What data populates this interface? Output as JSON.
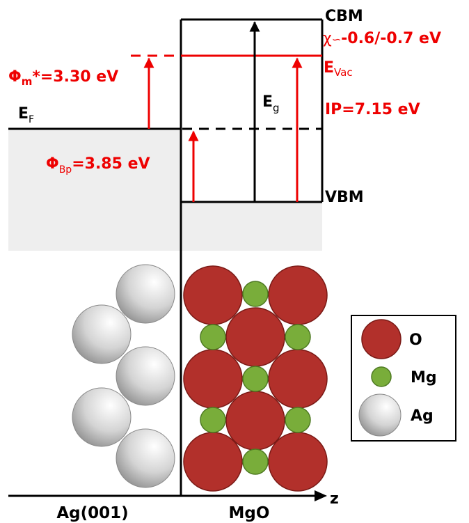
{
  "labels": {
    "cbm": "CBM",
    "chi_symbol": "χ",
    "chi_tilde": "∽",
    "chi_value": "-0.6/-0.7 eV",
    "evac_main": "E",
    "evac_sub": "Vac",
    "ip": "IP=7.15 eV",
    "vbm": "VBM",
    "phi_m_main": "Φ",
    "phi_m_sub": "m",
    "phi_m_value": "*=3.30 eV",
    "ef_main": "E",
    "ef_sub": "F",
    "eg_main": "E",
    "eg_sub": "g",
    "phi_bp_main": "Φ",
    "phi_bp_sub": "Bp",
    "phi_bp_value": "=3.85 eV",
    "axis_z": "z",
    "substrate": "Ag(001)",
    "film": "MgO"
  },
  "legend": [
    {
      "label": "O",
      "color": "#b2302b"
    },
    {
      "label": "Mg",
      "color": "#79ad3a"
    },
    {
      "label": "Ag",
      "color": "#c8c8c8"
    }
  ],
  "colors": {
    "energy_red": "#ee0000",
    "oxygen": "#b2302b",
    "magnesium": "#79ad3a",
    "silver": "#c8c8c8",
    "band_fill": "#eeeeee"
  }
}
